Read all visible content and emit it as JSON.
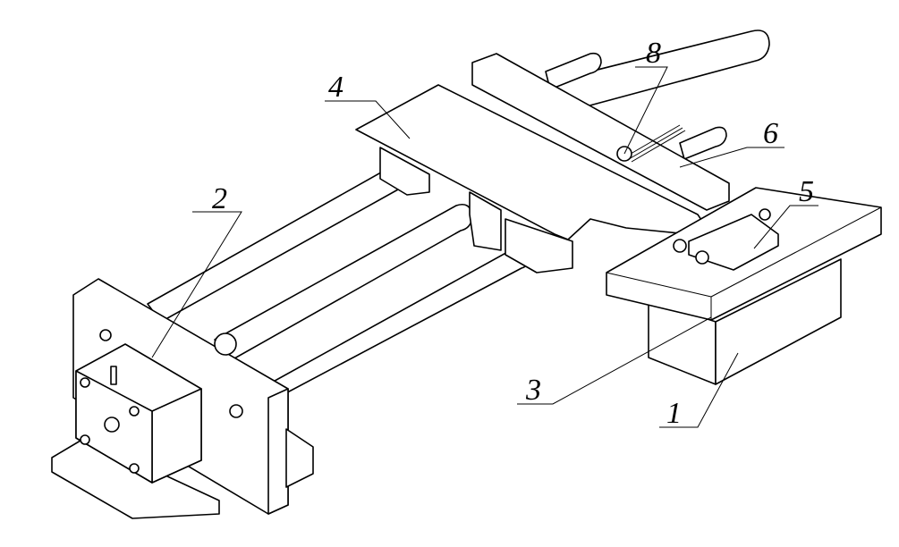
{
  "figure": {
    "type": "isometric mechanical line drawing",
    "callouts": [
      {
        "id": "label-1",
        "text": "1"
      },
      {
        "id": "label-2",
        "text": "2"
      },
      {
        "id": "label-3",
        "text": "3"
      },
      {
        "id": "label-4",
        "text": "4"
      },
      {
        "id": "label-5",
        "text": "5"
      },
      {
        "id": "label-6",
        "text": "6"
      },
      {
        "id": "label-8",
        "text": "8"
      }
    ]
  }
}
